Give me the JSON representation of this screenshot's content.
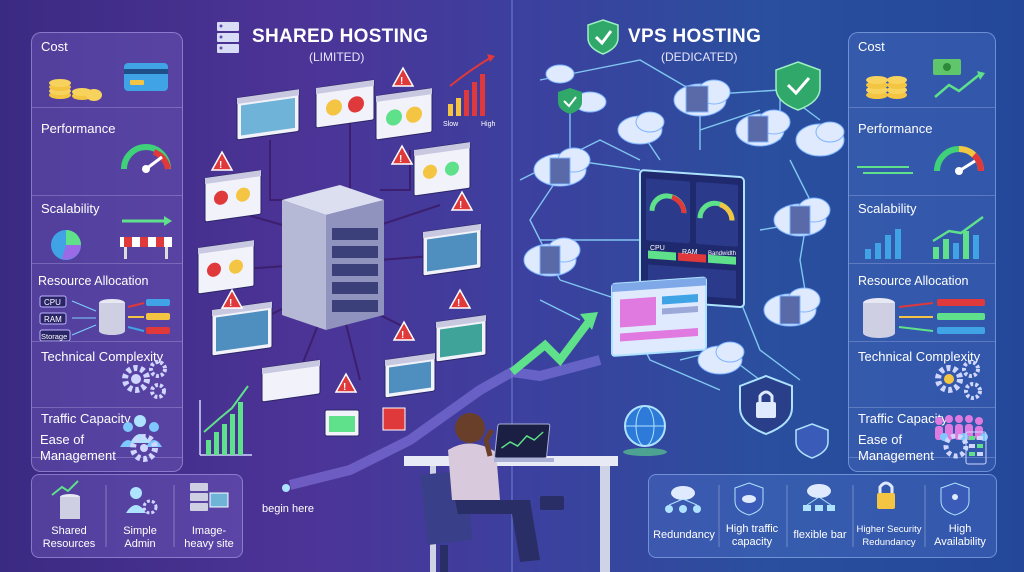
{
  "shared": {
    "title": "SHARED HOSTING",
    "subtitle": "(LIMITED)",
    "slow_label": "Slow",
    "high_label": "High",
    "begin_label": "begin here",
    "metrics": [
      "Cost",
      "Performance",
      "Scalability",
      "Resource Allocation",
      "Technical Complexity",
      "Traffic Capacity",
      "Ease of Management"
    ],
    "resources": [
      "CPU",
      "RAM",
      "Storage"
    ],
    "bottom_items": [
      {
        "label": "Shared Resources",
        "icon": "server-stack-chart-icon"
      },
      {
        "label": "Simple Admin",
        "icon": "admin-gear-user-icon"
      },
      {
        "label": "Image-heavy site",
        "icon": "database-image-icon"
      }
    ]
  },
  "vps": {
    "title": "VPS HOSTING",
    "subtitle": "(DEDICATED)",
    "metrics": [
      "Cost",
      "Performance",
      "Scalability",
      "Resource Allocation",
      "Technical Complexity",
      "Traffic Capacity",
      "Ease of Management"
    ],
    "dashboard_labels": [
      "CPU",
      "RAM",
      "Bandwidth"
    ],
    "bottom_items": [
      {
        "label": "Redundancy",
        "icon": "cloud-network-icon"
      },
      {
        "label": "High traffic capacity",
        "icon": "shield-cloud-icon"
      },
      {
        "label": "flexible bar",
        "icon": "cloud-nodes-icon"
      },
      {
        "label": "Higher Security Redundancy",
        "icon": "lock-icon"
      },
      {
        "label": "High Availability",
        "icon": "shield-network-icon"
      }
    ]
  },
  "colors": {
    "left_bg": "#4c3497",
    "right_bg": "#24479a",
    "warning": "#e0393b",
    "accent_green": "#5fe08a",
    "coin": "#f4c542"
  }
}
